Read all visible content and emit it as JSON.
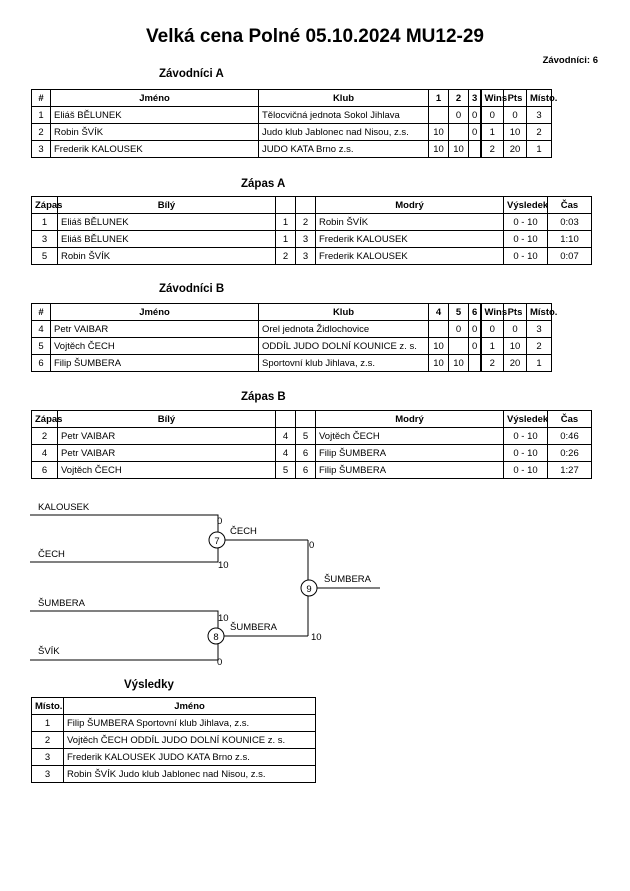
{
  "title": "Velká cena Polné 05.10.2024 MU12-29",
  "competitor_count": "Závodníci: 6",
  "pool_a": {
    "heading": "Závodníci A",
    "headers": [
      "#",
      "Jméno",
      "Klub",
      "1",
      "2",
      "3",
      "Wins",
      "Pts",
      "Místo."
    ],
    "rows": [
      [
        "1",
        "Eliáš BĚLUNEK",
        "Tělocvičná jednota Sokol Jihlava",
        "",
        "0",
        "0",
        "0",
        "0",
        "3"
      ],
      [
        "2",
        "Robin ŠVÍK",
        "Judo klub Jablonec nad Nisou, z.s.",
        "10",
        "",
        "0",
        "1",
        "10",
        "2"
      ],
      [
        "3",
        "Frederik KALOUSEK",
        "JUDO KATA Brno z.s.",
        "10",
        "10",
        "",
        "2",
        "20",
        "1"
      ]
    ]
  },
  "matches_a": {
    "heading": "Zápas A",
    "headers": [
      "Zápas",
      "Bílý",
      "",
      "",
      "Modrý",
      "Výsledek",
      "Čas"
    ],
    "rows": [
      [
        "1",
        "Eliáš BĚLUNEK",
        "1",
        "2",
        "Robin ŠVÍK",
        "0 - 10",
        "0:03"
      ],
      [
        "3",
        "Eliáš BĚLUNEK",
        "1",
        "3",
        "Frederik KALOUSEK",
        "0 - 10",
        "1:10"
      ],
      [
        "5",
        "Robin ŠVÍK",
        "2",
        "3",
        "Frederik KALOUSEK",
        "0 - 10",
        "0:07"
      ]
    ]
  },
  "pool_b": {
    "heading": "Závodníci B",
    "headers": [
      "#",
      "Jméno",
      "Klub",
      "4",
      "5",
      "6",
      "Wins",
      "Pts",
      "Místo."
    ],
    "rows": [
      [
        "4",
        "Petr VAIBAR",
        "Orel jednota Židlochovice",
        "",
        "0",
        "0",
        "0",
        "0",
        "3"
      ],
      [
        "5",
        "Vojtěch ČECH",
        "ODDÍL JUDO DOLNÍ KOUNICE z. s.",
        "10",
        "",
        "0",
        "1",
        "10",
        "2"
      ],
      [
        "6",
        "Filip ŠUMBERA",
        "Sportovní klub Jihlava, z.s.",
        "10",
        "10",
        "",
        "2",
        "20",
        "1"
      ]
    ]
  },
  "matches_b": {
    "heading": "Zápas B",
    "headers": [
      "Zápas",
      "Bílý",
      "",
      "",
      "Modrý",
      "Výsledek",
      "Čas"
    ],
    "rows": [
      [
        "2",
        "Petr VAIBAR",
        "4",
        "5",
        "Vojtěch ČECH",
        "0 - 10",
        "0:46"
      ],
      [
        "4",
        "Petr VAIBAR",
        "4",
        "6",
        "Filip ŠUMBERA",
        "0 - 10",
        "0:26"
      ],
      [
        "6",
        "Vojtěch ČECH",
        "5",
        "6",
        "Filip ŠUMBERA",
        "0 - 10",
        "1:27"
      ]
    ]
  },
  "bracket": {
    "match7": {
      "number": "7",
      "top_name": "KALOUSEK",
      "top_score": "0",
      "bottom_name": "ČECH",
      "bottom_score": "10",
      "winner": "ČECH"
    },
    "match8": {
      "number": "8",
      "top_name": "ŠUMBERA",
      "top_score": "10",
      "bottom_name": "ŠVÍK",
      "bottom_score": "0",
      "winner": "ŠUMBERA"
    },
    "match9": {
      "number": "9",
      "top_score": "0",
      "bottom_score": "10",
      "winner": "ŠUMBERA"
    }
  },
  "results": {
    "heading": "Výsledky",
    "headers": [
      "Místo.",
      "Jméno"
    ],
    "rows": [
      [
        "1",
        "Filip ŠUMBERA Sportovní klub Jihlava, z.s."
      ],
      [
        "2",
        "Vojtěch ČECH ODDÍL JUDO DOLNÍ KOUNICE z. s."
      ],
      [
        "3",
        "Frederik KALOUSEK JUDO KATA Brno z.s."
      ],
      [
        "3",
        "Robin ŠVÍK Judo klub Jablonec nad Nisou, z.s."
      ]
    ]
  }
}
